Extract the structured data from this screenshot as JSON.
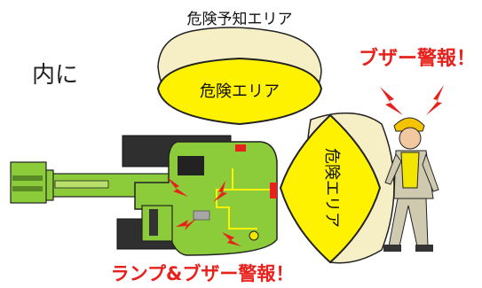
{
  "labels": {
    "prediction_zone": "危険予知エリア",
    "danger_zone_top": "危険エリア",
    "danger_zone_right": "危険エリア",
    "partial_text": "内に",
    "buzzer_alarm": "ブザー警報！",
    "lamp_buzzer_alarm": "ランプ&ブザー警報！"
  },
  "colors": {
    "prediction_zone_fill": "#f6efc6",
    "danger_zone_fill": "#fff200",
    "machine_green": "#8ccc3a",
    "machine_dark": "#2f2f2f",
    "alarm_red": "#e8211c",
    "worker_vest": "#f2e600",
    "worker_helmet": "#f5c400"
  }
}
